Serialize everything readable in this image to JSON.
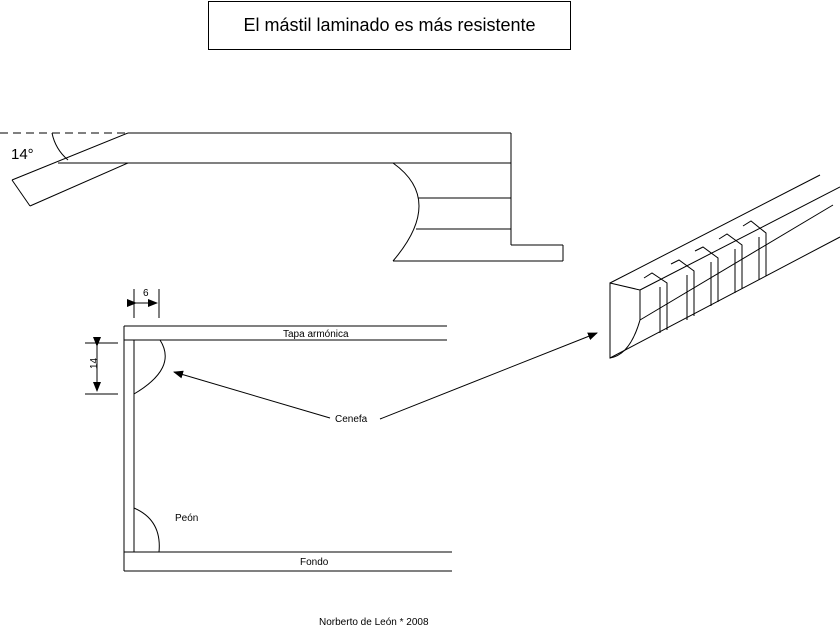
{
  "title": "El mástil laminado es más resistente",
  "angle_label": "14°",
  "dim_width": "6",
  "dim_height": "14",
  "labels": {
    "tapa": "Tapa armónica",
    "cenefa": "Cenefa",
    "peon": "Peón",
    "fondo": "Fondo"
  },
  "credit": "Norberto de León * 2008"
}
